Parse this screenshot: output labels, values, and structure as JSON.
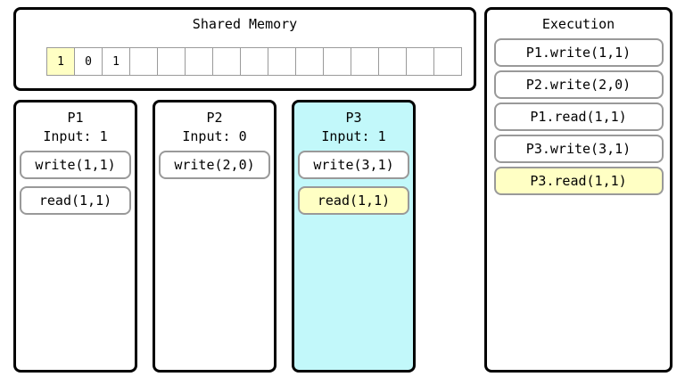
{
  "memory": {
    "title": "Shared Memory",
    "cells": [
      "1",
      "0",
      "1",
      "",
      "",
      "",
      "",
      "",
      "",
      "",
      "",
      "",
      "",
      "",
      ""
    ],
    "highlighted_index": 0
  },
  "processes": [
    {
      "name": "P1",
      "input_label": "Input: 1",
      "ops": [
        "write(1,1)",
        "read(1,1)"
      ],
      "active_op": null
    },
    {
      "name": "P2",
      "input_label": "Input: 0",
      "ops": [
        "write(2,0)"
      ],
      "active_op": null
    },
    {
      "name": "P3",
      "input_label": "Input: 1",
      "ops": [
        "write(3,1)",
        "read(1,1)"
      ],
      "active_op": 1
    }
  ],
  "execution": {
    "title": "Execution",
    "items": [
      "P1.write(1,1)",
      "P2.write(2,0)",
      "P1.read(1,1)",
      "P3.write(3,1)",
      "P3.read(1,1)"
    ],
    "active_index": 4
  },
  "colors": {
    "highlight": "#ffffc4",
    "active_process": "#c2f8fa",
    "border": "#000000",
    "item_border": "#999999"
  }
}
